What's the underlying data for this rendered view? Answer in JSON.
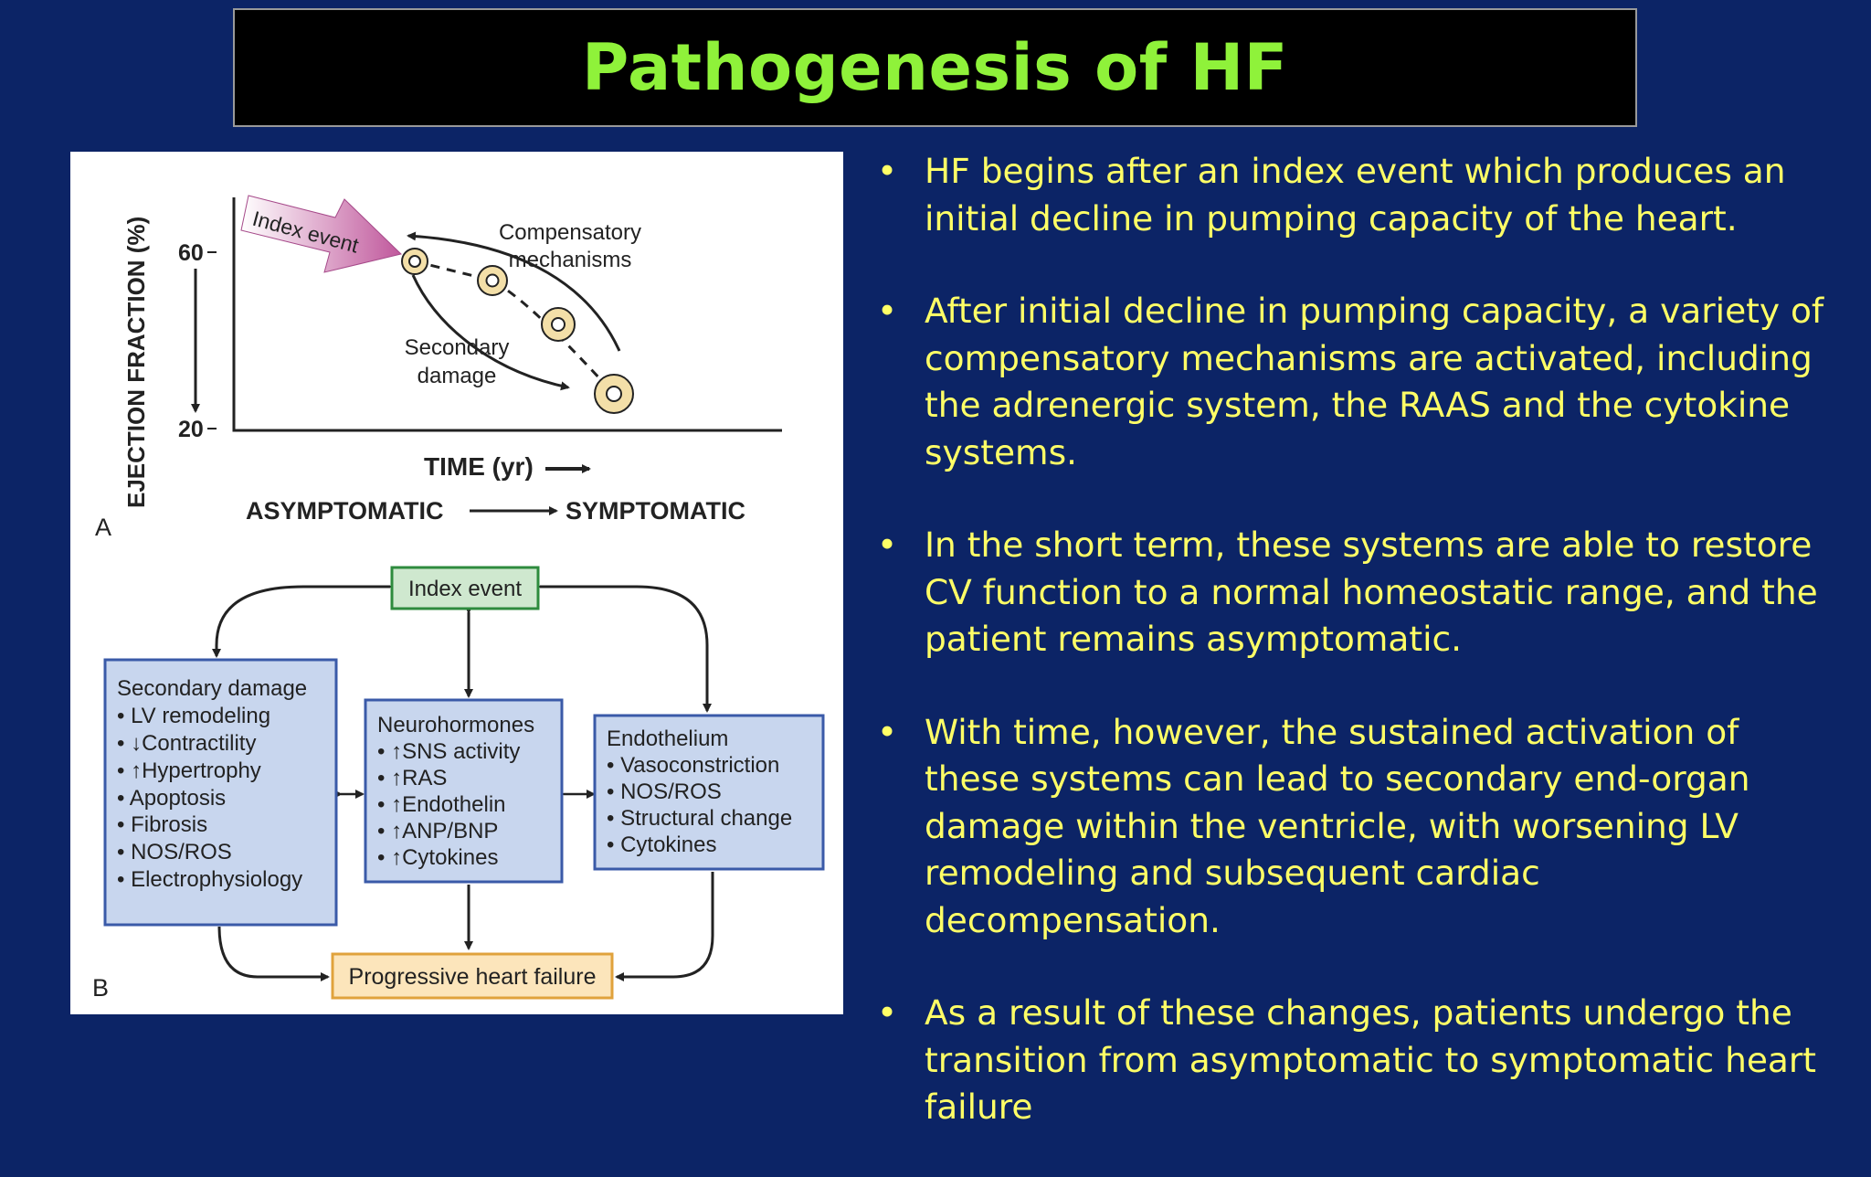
{
  "title": "Pathogenesis of HF",
  "figure": {
    "panel_a": {
      "panel_label": "A",
      "y_axis_label": "EJECTION FRACTION (%)",
      "y_ticks": [
        "60",
        "20"
      ],
      "x_axis_label": "TIME (yr)",
      "index_event_label": "Index event",
      "compensatory_label": [
        "Compensatory",
        "mechanisms"
      ],
      "secondary_label": [
        "Secondary",
        "damage"
      ],
      "progression_start": "ASYMPTOMATIC",
      "progression_end": "SYMPTOMATIC"
    },
    "panel_b": {
      "panel_label": "B",
      "index_event": "Index event",
      "progressive_hf": "Progressive heart failure",
      "boxes": [
        {
          "title": "Secondary damage",
          "items": [
            "• LV remodeling",
            "• ↓Contractility",
            "• ↑Hypertrophy",
            "• Apoptosis",
            "• Fibrosis",
            "• NOS/ROS",
            "• Electrophysiology"
          ]
        },
        {
          "title": "Neurohormones",
          "items": [
            "• ↑SNS activity",
            "• ↑RAS",
            "• ↑Endothelin",
            "• ↑ANP/BNP",
            "• ↑Cytokines"
          ]
        },
        {
          "title": "Endothelium",
          "items": [
            "• Vasoconstriction",
            "• NOS/ROS",
            "• Structural change",
            "• Cytokines"
          ]
        }
      ]
    }
  },
  "bullets": [
    "HF begins after an index event which produces an initial decline in pumping capacity of the heart.",
    "After initial decline in pumping capacity, a variety of compensatory mechanisms are activated, including the adrenergic system, the RAAS and the cytokine systems.",
    "In the short term, these systems are able to restore CV function to a normal homeostatic range, and the patient remains asymptomatic.",
    "With time, however, the sustained activation of these systems can lead to secondary end-organ damage within the ventricle, with worsening LV remodeling and subsequent cardiac decompensation.",
    "As a result of these changes, patients undergo the transition from asymptomatic to symptomatic heart failure"
  ],
  "colors": {
    "background": "#0c2466",
    "title_text": "#8ff23a",
    "bullet_text": "#ffff66",
    "index_box": "#cfe8cf",
    "blue_box": "#c8d6ee",
    "hf_box": "#fce5bb"
  }
}
